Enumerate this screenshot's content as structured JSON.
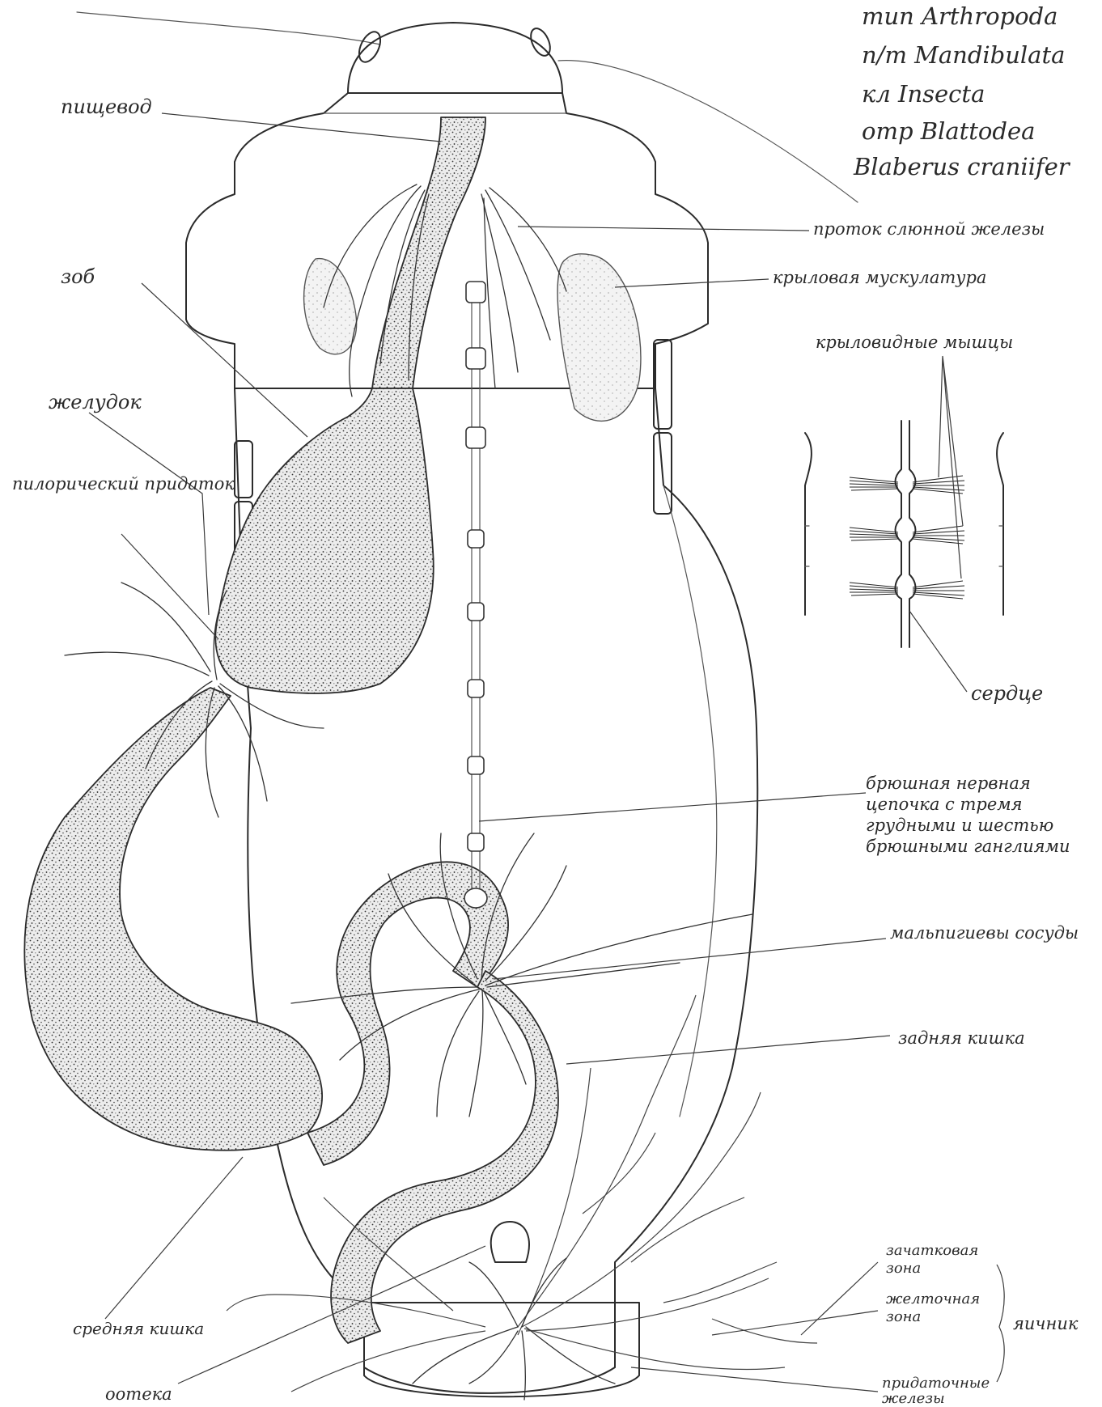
{
  "taxonomy": [
    "тип Arthropoda",
    "п/т Mandibulata",
    "кл Insecta",
    "отр Blattodea",
    "Blaberus craniifer"
  ],
  "labels": {
    "esophagus": "пищевод",
    "salivary_duct": "проток слюнной железы",
    "wing_muscles": "крыловая мускулатура",
    "crop": "зоб",
    "winged_muscles": "крыловидные мышцы",
    "stomach": "желудок",
    "pyloric_appendage": "пилорический придаток",
    "heart": "сердце",
    "nerve_chain": "брюшная нервная цепочка с тремя грудными и шестью брюшными ганглиями",
    "malpighian": "мальпигиевы сосуды",
    "hindgut": "задняя кишка",
    "germ_zone": "зачатковая зона",
    "yolk_zone": "желточная зона",
    "ovary": "яичник",
    "midgut": "средняя кишка",
    "ootheca": "оотека",
    "accessory_glands": "придаточные железы"
  },
  "colors": {
    "ink": "#2b2b2b",
    "paper": "#ffffff"
  }
}
